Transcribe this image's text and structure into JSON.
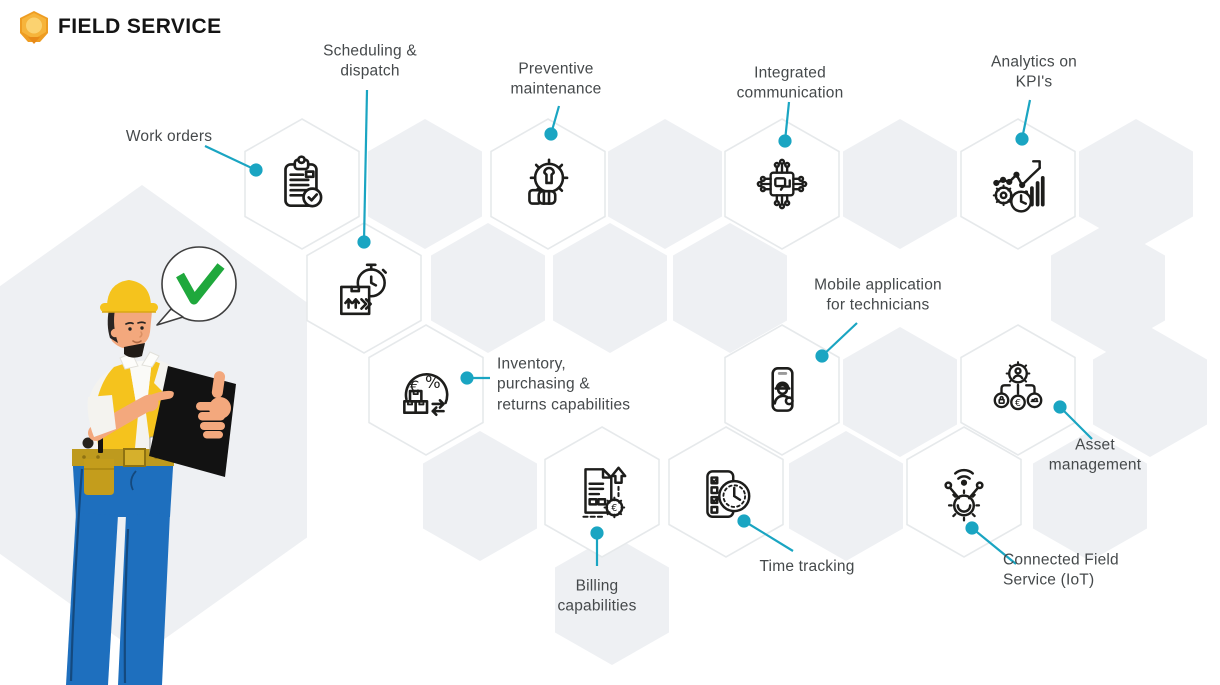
{
  "brand": {
    "name": "FIELD SERVICE",
    "logo_icon": "orange-hexagon-gem-icon"
  },
  "colors": {
    "accent": "#1aa5c2",
    "hex_fill": "#eef0f3",
    "icon_ink": "#1d1d1b",
    "label_text": "#45494b",
    "vest_yellow": "#f5c31d",
    "jeans_blue": "#1e6fbe",
    "check_green": "#1fa83c"
  },
  "glyphs": {
    "euro": "€",
    "percent": "%",
    "euro_small": "€"
  },
  "features": [
    {
      "id": "work-orders",
      "label": "Work orders",
      "icon": "clipboard-check-icon"
    },
    {
      "id": "scheduling-dispatch",
      "label": "Scheduling &\ndispatch",
      "icon": "package-stopwatch-icon"
    },
    {
      "id": "preventive-maintenance",
      "label": "Preventive\nmaintenance",
      "icon": "gear-wrench-hand-icon"
    },
    {
      "id": "integrated-communication",
      "label": "Integrated\ncommunication",
      "icon": "chip-chat-icon"
    },
    {
      "id": "analytics-kpi",
      "label": "Analytics on\nKPI's",
      "icon": "kpi-chart-gear-clock-icon"
    },
    {
      "id": "inventory",
      "label": "Inventory,\npurchasing &\nreturns capabilities",
      "icon": "euro-percent-boxes-icon"
    },
    {
      "id": "mobile-app",
      "label": "Mobile application\nfor technicians",
      "icon": "phone-technician-icon"
    },
    {
      "id": "asset-management",
      "label": "Asset\nmanagement",
      "icon": "asset-gear-categories-icon"
    },
    {
      "id": "billing",
      "label": "Billing\ncapabilities",
      "icon": "invoice-gear-euro-icon"
    },
    {
      "id": "time-tracking",
      "label": "Time tracking",
      "icon": "checklist-clock-icon"
    },
    {
      "id": "connected-iot",
      "label": "Connected Field\nService (IoT)",
      "icon": "iot-gear-wifi-icon"
    }
  ],
  "illustration": {
    "name": "field-technician-with-tablet",
    "speech_icon": "green-checkmark-icon"
  }
}
